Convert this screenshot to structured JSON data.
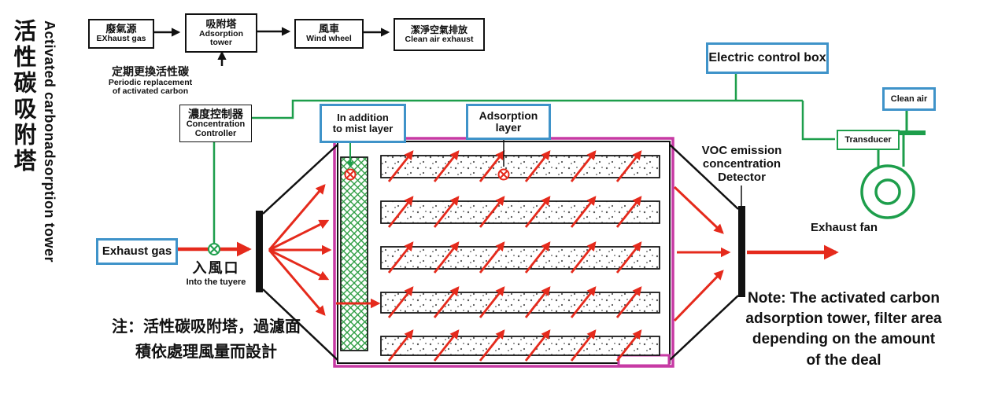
{
  "titles": {
    "zh_vertical": "活性碳吸附塔",
    "en_vertical": "Activated carbonadsorption tower"
  },
  "flowchart": {
    "box1": {
      "zh": "廢氣源",
      "en": "EXhaust gas"
    },
    "box2": {
      "zh": "吸附塔",
      "en1": "Adsorption",
      "en2": "tower"
    },
    "box3": {
      "zh": "風車",
      "en": "Wind wheel"
    },
    "box4": {
      "zh": "潔淨空氣排放",
      "en": "Clean air exhaust"
    },
    "periodic": {
      "zh": "定期更換活性碳",
      "en1": "Periodic replacement",
      "en2": "of activated carbon"
    },
    "controller": {
      "zh": "濃度控制器",
      "en1": "Concentration",
      "en2": "Controller"
    }
  },
  "labels": {
    "exhaust_gas": "Exhaust gas",
    "inlet_zh": "入風口",
    "inlet_en": "Into the tuyere",
    "mist1": "In addition",
    "mist2": "to mist layer",
    "ads1": "Adsorption",
    "ads2": "layer",
    "electric_control": "Electric control box",
    "clean_air": "Clean air",
    "transducer": "Transducer",
    "voc1": "VOC emission",
    "voc2": "concentration",
    "voc3": "Detector",
    "exhaust_fan": "Exhaust fan"
  },
  "notes": {
    "zh1": "注：活性碳吸附塔，過濾面",
    "zh2": "積依處理風量而設計",
    "en1": "Note:  The activated carbon",
    "en2": "adsorption tower, filter area",
    "en3": "depending on the amount",
    "en4": "of the deal"
  },
  "colors": {
    "label_border_blue": "#3f93c9",
    "wiring_green": "#1d9e4b",
    "airflow_red": "#e52a1c",
    "chamber_magenta": "#c73aa4"
  }
}
